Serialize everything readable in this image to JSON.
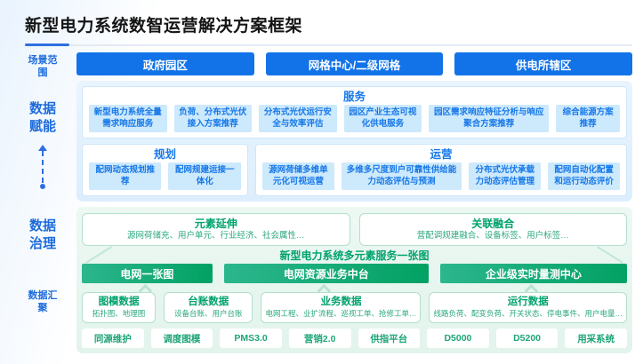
{
  "header": {
    "title": "新型电力系统数智运营解决方案框架"
  },
  "sidebar": {
    "scene_label": "场景范围",
    "empower_label": "数据赋能",
    "govern_label": "数据治理",
    "gather_label": "数据汇聚"
  },
  "scene_buttons": [
    "政府园区",
    "网格中心/二级网格",
    "供电所辖区"
  ],
  "empower": {
    "services": {
      "title": "服务",
      "items": [
        "新型电力系统全量需求响应服务",
        "负荷、分布式光伏接入方案推荐",
        "分布式光伏运行安全与效率评估",
        "园区产业生态可视化供电服务",
        "园区需求响应特征分析与响应聚合方案推荐",
        "综合能源方案推荐"
      ]
    },
    "planning": {
      "title": "规划",
      "items": [
        "配网动态规划推荐",
        "配网规建运接一体化"
      ]
    },
    "operations": {
      "title": "运营",
      "items": [
        "源网荷储多维单元化可视运营",
        "多维多尺度到户可靠性供给能力动态评估与预测",
        "分布式光伏承载力动态评估管理",
        "配网自动化配置和运行动态评价"
      ]
    }
  },
  "governance": {
    "element_cards": [
      {
        "title": "元素延伸",
        "desc": "源网荷储充、用户单元、行业经济、社会属性…"
      },
      {
        "title": "关联融合",
        "desc": "营配调规建融合、设备标签、用户标签…"
      }
    ],
    "one_map_label": "新型电力系统多元素服务一张图",
    "platform_buttons": [
      "电网一张图",
      "电网资源业务中台",
      "企业级实时量测中心"
    ]
  },
  "gather": {
    "data_cards": [
      {
        "title": "图模数据",
        "desc": "拓扑图、地理图"
      },
      {
        "title": "台账数据",
        "desc": "设备台账、用户台账"
      },
      {
        "title": "业务数据",
        "desc": "电网工程、业扩流程、巡视工单、抢修工单…"
      },
      {
        "title": "运行数据",
        "desc": "线路负荷、配变负荷、开关状态、停电事件、用户电量…"
      }
    ],
    "systems": [
      "同源维护",
      "调度图模",
      "PMS3.0",
      "营销2.0",
      "供指平台",
      "D5000",
      "D5200",
      "用采系统"
    ]
  },
  "colors": {
    "primary_blue": "#1273e8",
    "blue_text": "#1678e8",
    "light_blue_box": "#cde9fc",
    "green": "#00a26d",
    "green_button": "#02a163"
  }
}
